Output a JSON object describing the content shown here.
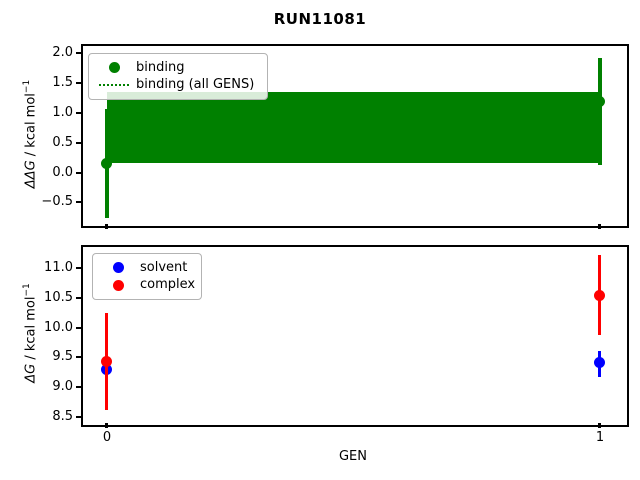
{
  "title": "RUN11081",
  "xlabel": "GEN",
  "colors": {
    "binding_green": "#008000",
    "solvent_blue": "#0000ff",
    "complex_red": "#ff0000",
    "spine_black": "#000000",
    "legend_border": "#b3b3b3"
  },
  "top_plot": {
    "ylabel_math": "ΔΔG",
    "ylabel_rest": " / kcal mol",
    "ylabel_sup": "−1",
    "yticks": [
      "2.0",
      "1.5",
      "1.0",
      "0.5",
      "0.0",
      "−0.5"
    ],
    "legend": {
      "binding": "binding",
      "all_gens": "binding (all GENS)"
    }
  },
  "bottom_plot": {
    "ylabel_math": "ΔG",
    "ylabel_rest": " / kcal mol",
    "ylabel_sup": "−1",
    "yticks": [
      "11.0",
      "10.5",
      "10.0",
      "9.5",
      "9.0",
      "8.5"
    ],
    "xticks": [
      "0",
      "1"
    ],
    "legend": {
      "solvent": "solvent",
      "complex": "complex"
    }
  },
  "chart_data": [
    {
      "type": "scatter",
      "subplot": "top",
      "title": "RUN11081",
      "xlabel": "GEN",
      "ylabel": "ΔΔG / kcal mol⁻¹",
      "x": [
        0,
        1
      ],
      "series": [
        {
          "name": "binding",
          "marker": "circle",
          "color": "#008000",
          "y": [
            0.15,
            1.18
          ],
          "yerr_low": [
            -0.77,
            0.14
          ],
          "yerr_high": [
            1.05,
            1.93
          ]
        },
        {
          "name": "binding (all GENS)",
          "style": "solid band with dotted mean line",
          "color": "#008000",
          "mean": 0.76,
          "band_low": 0.16,
          "band_high": 1.35,
          "x_span": [
            0,
            1
          ]
        }
      ],
      "xlim": [
        -0.05,
        1.05
      ],
      "ylim": [
        -0.86,
        2.14
      ],
      "yticks": [
        2.0,
        1.5,
        1.0,
        0.5,
        0.0,
        -0.5
      ],
      "grid": false,
      "legend_position": "upper left"
    },
    {
      "type": "scatter",
      "subplot": "bottom",
      "xlabel": "GEN",
      "ylabel": "ΔG / kcal mol⁻¹",
      "x": [
        0,
        1
      ],
      "series": [
        {
          "name": "solvent",
          "marker": "circle",
          "color": "#0000ff",
          "y": [
            9.29,
            9.41
          ],
          "yerr": [
            0.13,
            0.21
          ]
        },
        {
          "name": "complex",
          "marker": "circle",
          "color": "#ff0000",
          "y": [
            9.43,
            10.54
          ],
          "yerr": [
            0.82,
            0.67
          ]
        }
      ],
      "xlim": [
        -0.05,
        1.05
      ],
      "ylim": [
        8.41,
        11.39
      ],
      "xticks": [
        0,
        1
      ],
      "yticks": [
        11.0,
        10.5,
        10.0,
        9.5,
        9.0,
        8.5
      ],
      "grid": false,
      "legend_position": "upper left"
    }
  ]
}
